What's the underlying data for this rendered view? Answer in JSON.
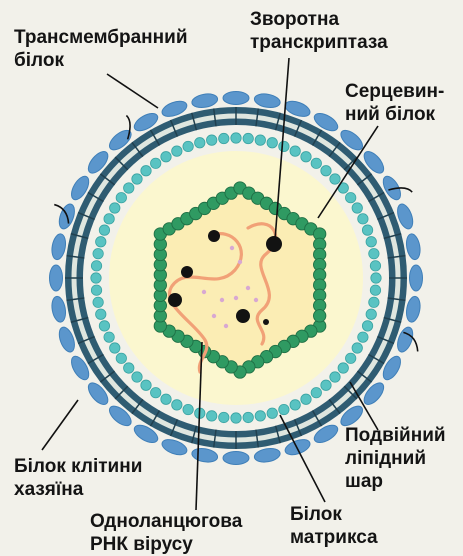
{
  "colors": {
    "background": "#f2f1ea",
    "outer_spikes": "#5b96cc",
    "lipid_bilayer": "#2f5c72",
    "lipid_inner": "#dfe6df",
    "matrix_beads": "#59c3c2",
    "capsid_beads": "#2f9a62",
    "capsid_fill": "#fbedb4",
    "inner_halo": "#fbf7cf",
    "rna_strand": "#f1a177",
    "enzyme_dots": "#121212",
    "leader_lines": "#111111"
  },
  "labels": {
    "transmembrane": "Трансмембранний\nбілок",
    "reverse_transcriptase": "Зворотна\nтранскриптаза",
    "core_protein": "Серцевин-\nний білок",
    "lipid_bilayer": "Подвійний\nліпідний\nшар",
    "matrix_protein": "Білок\nматрикса",
    "rna": "Одноланцюгова\nРНК вірусу",
    "host_protein": "Білок клітини\nхазяїна"
  }
}
